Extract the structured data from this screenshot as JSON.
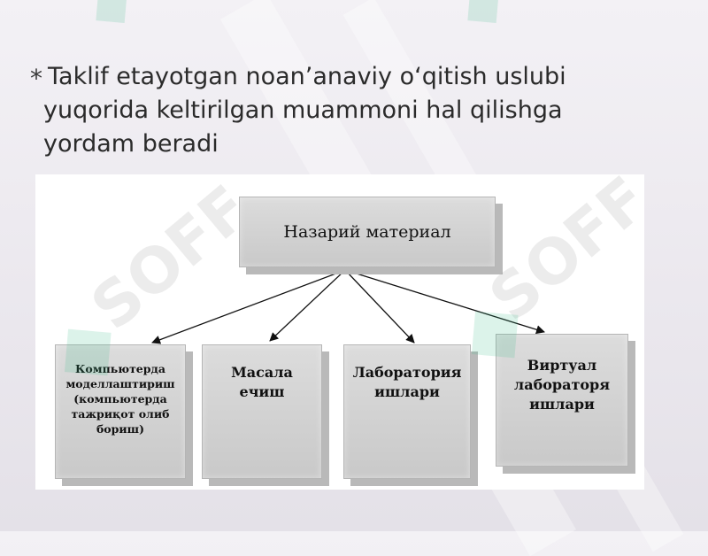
{
  "slide": {
    "bullet_symbol": "*",
    "bullet_lines": [
      "Taklif etayotgan noan’anaviy o‘qitish uslubi",
      "yuqorida keltirilgan muammoni hal qilishga",
      "yordam beradi"
    ]
  },
  "diagram": {
    "root": "Назарий материал",
    "children": [
      {
        "lines": [
          "Компьютерда",
          "моделлаштириш",
          "(компьютерда",
          "тажриқот олиб",
          "бориш)"
        ]
      },
      {
        "lines": [
          "Масала",
          "ечиш"
        ]
      },
      {
        "lines": [
          "Лаборатория",
          "ишлари"
        ]
      },
      {
        "lines": [
          "Виртуал",
          "лабораторя",
          "ишлари"
        ]
      }
    ]
  },
  "watermark": {
    "text": "SOFF"
  }
}
